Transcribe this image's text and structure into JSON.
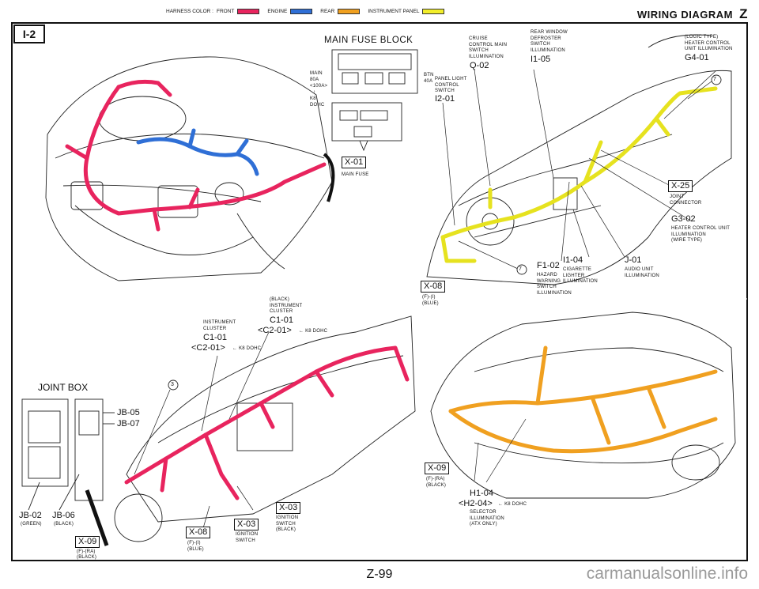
{
  "header": {
    "legend_title": "HARNESS COLOR :",
    "legend": [
      {
        "label": "FRONT",
        "color": "#e8245e"
      },
      {
        "label": "ENGINE",
        "color": "#2f6fd6"
      },
      {
        "label": "REAR",
        "color": "#f0a020"
      },
      {
        "label": "INSTRUMENT PANEL",
        "color": "#f2ee2a"
      }
    ],
    "title": "WIRING DIAGRAM",
    "letter": "Z"
  },
  "section_tag": "I-2",
  "fuse_block": {
    "title": "MAIN FUSE BLOCK",
    "main_lines": [
      "MAIN",
      "80A",
      "<100A>",
      "↑",
      "K8",
      "DOHC"
    ],
    "btn_lines": [
      "BTN",
      "40A"
    ],
    "connector": {
      "code": "X-01",
      "label": "MAIN FUSE"
    }
  },
  "panel_top": {
    "cruise": {
      "lines": [
        "CRUISE",
        "CONTROL MAIN",
        "SWITCH",
        "ILLUMINATION"
      ],
      "code": "Q-02"
    },
    "rear_window": {
      "lines": [
        "REAR WINDOW",
        "DEFROSTER",
        "SWITCH",
        "ILLUMINATION"
      ],
      "code": "I1-05"
    },
    "logic": {
      "lines": [
        "(LOGIC TYPE)",
        "HEATER CONTROL",
        "UNIT ILLUMINATION"
      ],
      "code": "G4-01"
    },
    "panel_light": {
      "lines": [
        "PANEL LIGHT",
        "CONTROL",
        "SWITCH"
      ],
      "code": "I2-01"
    },
    "x25": {
      "code": "X-25",
      "lines": [
        "JOINT",
        "CONNECTOR"
      ]
    },
    "g302": {
      "code": "G3-02",
      "lines": [
        "HEATER CONTROL UNIT",
        "ILLUMINATION",
        "(WIRE TYPE)"
      ]
    },
    "f102": {
      "code": "F1-02",
      "lines": [
        "HAZARD",
        "WARNING",
        "SWITCH",
        "ILLUMINATION"
      ]
    },
    "i104": {
      "code": "I1-04",
      "lines": [
        "CIGARETTE",
        "LIGHTER",
        "ILLUMINATION"
      ]
    },
    "j01": {
      "code": "J-01",
      "lines": [
        "AUDIO UNIT",
        "ILLUMINATION"
      ]
    },
    "x08": {
      "code": "X-08",
      "lines": [
        "(F)-(I)",
        "(BLUE)"
      ]
    },
    "ref7": "7"
  },
  "dash": {
    "cluster_black": {
      "lines": [
        "(BLACK)",
        "INSTRUMENT",
        "CLUSTER"
      ],
      "code": "C1-01",
      "code2": "<C2-01>",
      "note": "← K8 DOHC"
    },
    "cluster": {
      "lines": [
        "INSTRUMENT",
        "CLUSTER"
      ],
      "code": "C1-01",
      "code2": "<C2-01>",
      "note": "← K8 DOHC"
    },
    "joint_box": "JOINT BOX",
    "jb05": "JB-05",
    "jb07": "JB-07",
    "jb02": {
      "code": "JB-02",
      "note": "(GREEN)"
    },
    "jb06": {
      "code": "JB-06",
      "note": "(BLACK)"
    },
    "x03a": {
      "code": "X-03",
      "lines": [
        "IGNITION",
        "SWITCH",
        "(BLACK)"
      ]
    },
    "x03b": {
      "code": "X-03",
      "lines": [
        "IGNITION",
        "SWITCH"
      ]
    },
    "x08": {
      "code": "X-08",
      "lines": [
        "(F)-(I)",
        "(BLUE)"
      ]
    },
    "x09": {
      "code": "X-09",
      "lines": [
        "(F)-(RA)",
        "(BLACK)"
      ]
    },
    "ref3": "3"
  },
  "rear": {
    "x09": {
      "code": "X-09",
      "lines": [
        "(F)-(RA)",
        "(BLACK)"
      ]
    },
    "h104": "H1-04",
    "h204": "<H2-04>",
    "note": "← K8 DOHC",
    "lines": [
      "SELECTOR",
      "ILLUMINATION",
      "(ATX ONLY)"
    ]
  },
  "footer": {
    "page_number": "Z-99",
    "watermark": "carmanualsonline.info"
  }
}
